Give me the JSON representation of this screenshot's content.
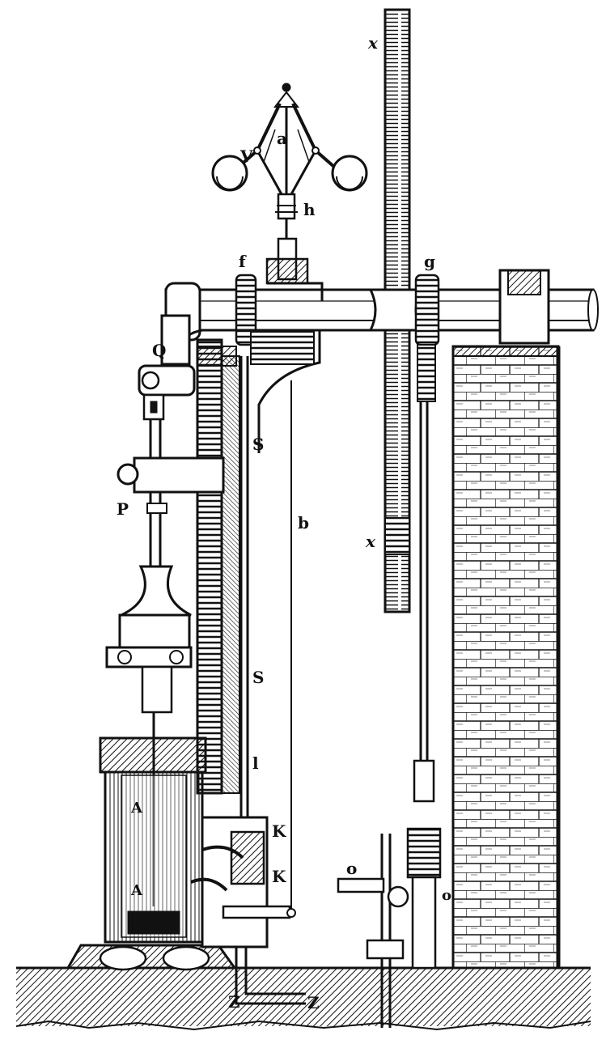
{
  "labels": {
    "V": "V",
    "a": "a",
    "h": "h",
    "f": "f",
    "g": "g",
    "x_top": "x",
    "x_bottom": "x",
    "Q": "Q",
    "S_top": "S",
    "S_bottom": "S",
    "b": "b",
    "P": "P",
    "l": "l",
    "K_top": "K",
    "K_bottom": "K",
    "A_top": "A",
    "A_bottom": "A",
    "o_left": "o",
    "o_right": "o",
    "Z_left": "Z",
    "Z_right": "Z"
  },
  "icons": {
    "governor": "flyball-governor-icon",
    "flywheel": "flywheel-icon",
    "cylinder": "steam-cylinder-icon"
  },
  "colors": {
    "ink": "#111111",
    "paper": "#ffffff"
  }
}
